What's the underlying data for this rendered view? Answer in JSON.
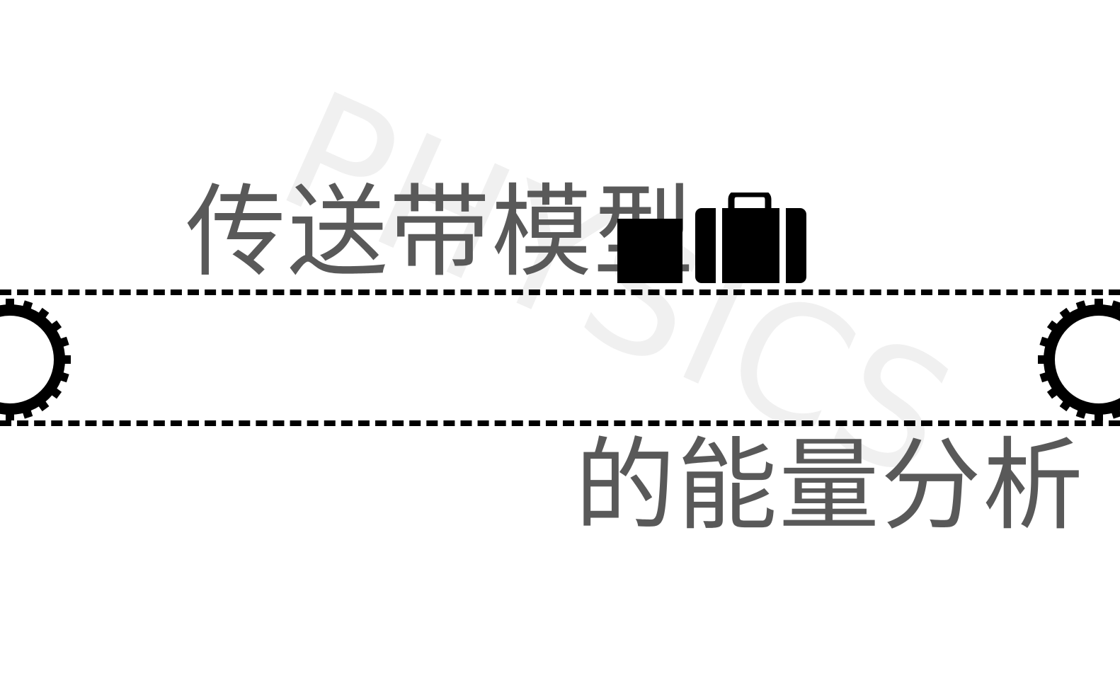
{
  "watermark": {
    "text": "PHYSICS"
  },
  "title": {
    "line1": "传送带模型",
    "line2": "的能量分析"
  },
  "icons": {
    "box": "box-icon",
    "suitcase": "suitcase-icon",
    "gear": "gear-icon"
  },
  "colors": {
    "title_text": "#595959",
    "watermark": "#f0f0f0",
    "belt": "#000000",
    "background": "#ffffff"
  }
}
